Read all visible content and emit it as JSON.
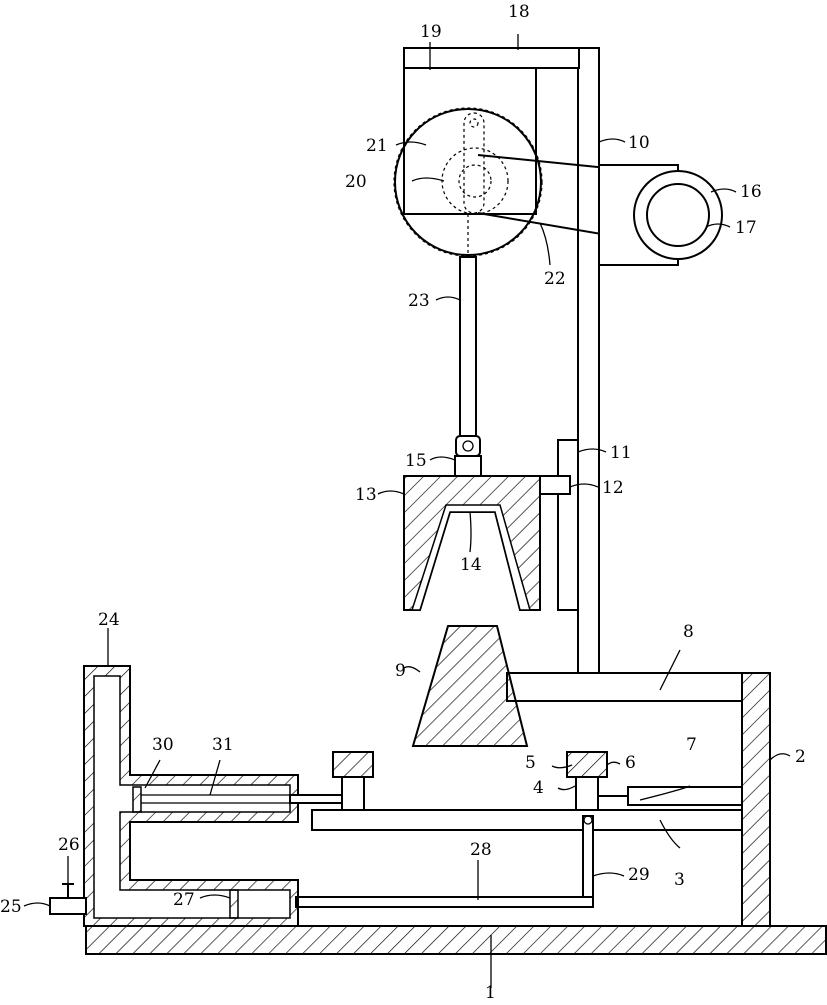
{
  "figure": {
    "labels": [
      {
        "id": "1",
        "text": "1"
      },
      {
        "id": "2",
        "text": "2"
      },
      {
        "id": "3",
        "text": "3"
      },
      {
        "id": "4",
        "text": "4"
      },
      {
        "id": "5",
        "text": "5"
      },
      {
        "id": "6",
        "text": "6"
      },
      {
        "id": "7",
        "text": "7"
      },
      {
        "id": "8",
        "text": "8"
      },
      {
        "id": "9",
        "text": "9"
      },
      {
        "id": "10",
        "text": "10"
      },
      {
        "id": "11",
        "text": "11"
      },
      {
        "id": "12",
        "text": "12"
      },
      {
        "id": "13",
        "text": "13"
      },
      {
        "id": "14",
        "text": "14"
      },
      {
        "id": "15",
        "text": "15"
      },
      {
        "id": "16",
        "text": "16"
      },
      {
        "id": "17",
        "text": "17"
      },
      {
        "id": "18",
        "text": "18"
      },
      {
        "id": "19",
        "text": "19"
      },
      {
        "id": "20",
        "text": "20"
      },
      {
        "id": "21",
        "text": "21"
      },
      {
        "id": "22",
        "text": "22"
      },
      {
        "id": "23",
        "text": "23"
      },
      {
        "id": "24",
        "text": "24"
      },
      {
        "id": "25",
        "text": "25"
      },
      {
        "id": "26",
        "text": "26"
      },
      {
        "id": "27",
        "text": "27"
      },
      {
        "id": "28",
        "text": "28"
      },
      {
        "id": "29",
        "text": "29"
      },
      {
        "id": "30",
        "text": "30"
      },
      {
        "id": "31",
        "text": "31"
      }
    ]
  }
}
